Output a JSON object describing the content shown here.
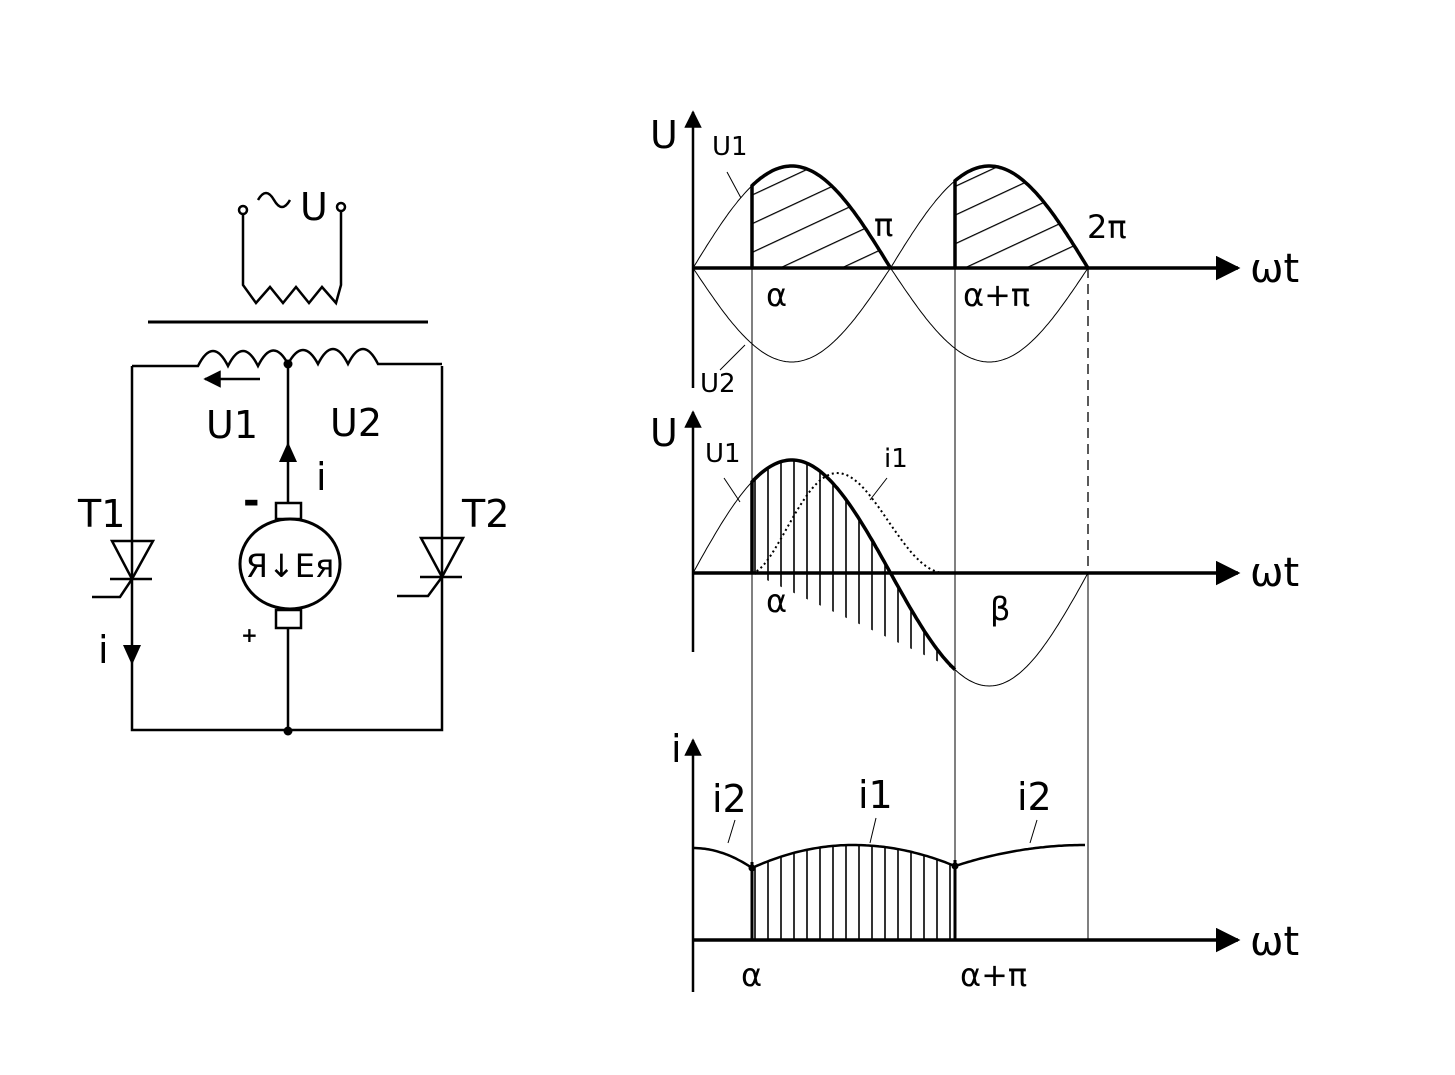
{
  "circuit": {
    "source_label": "U",
    "u1_label": "U1",
    "u2_label": "U2",
    "t1_label": "T1",
    "t2_label": "T2",
    "current_label": "i",
    "current_label_left": "i",
    "minus_label": "-",
    "plus_label": "+",
    "motor_label": "Я↓Eя"
  },
  "plots": {
    "top": {
      "y_label": "U",
      "x_label": "ωt",
      "u1": "U1",
      "u2": "U2",
      "pi": "π",
      "two_pi": "2π",
      "alpha": "α",
      "alpha_pi": "α+π"
    },
    "middle": {
      "y_label": "U",
      "x_label": "ωt",
      "u1": "U1",
      "i1": "i1",
      "alpha": "α",
      "beta": "β"
    },
    "bottom": {
      "y_label": "i",
      "x_label": "ωt",
      "i2_left": "i2",
      "i1": "i1",
      "i2_right": "i2",
      "alpha": "α",
      "alpha_pi": "α+π"
    }
  }
}
